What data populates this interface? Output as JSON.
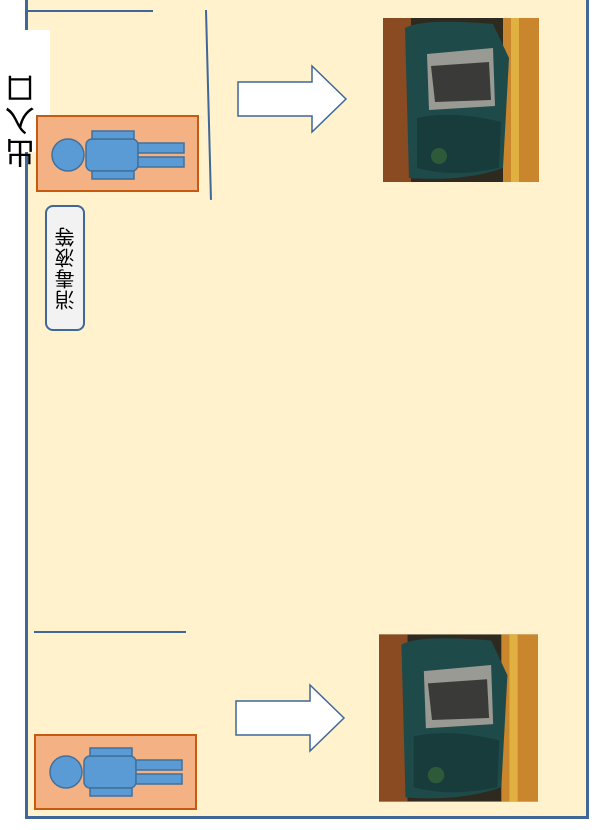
{
  "entrance": {
    "label": "出入口"
  },
  "sanitizer": {
    "label": "消毒液等"
  },
  "colors": {
    "room_fill": "#fff2cc",
    "wall": "#3f6798",
    "mat_fill": "#f4b183",
    "mat_border": "#c55a11",
    "person_fill": "#5b9bd5",
    "person_stroke": "#41719c",
    "arrow_fill": "#ffffff"
  },
  "stations": [
    {
      "icons": [
        "person-icon",
        "arrow-right-icon"
      ],
      "photo": "booth-photo"
    },
    {
      "icons": [
        "person-icon",
        "arrow-right-icon"
      ],
      "photo": "booth-photo"
    }
  ]
}
